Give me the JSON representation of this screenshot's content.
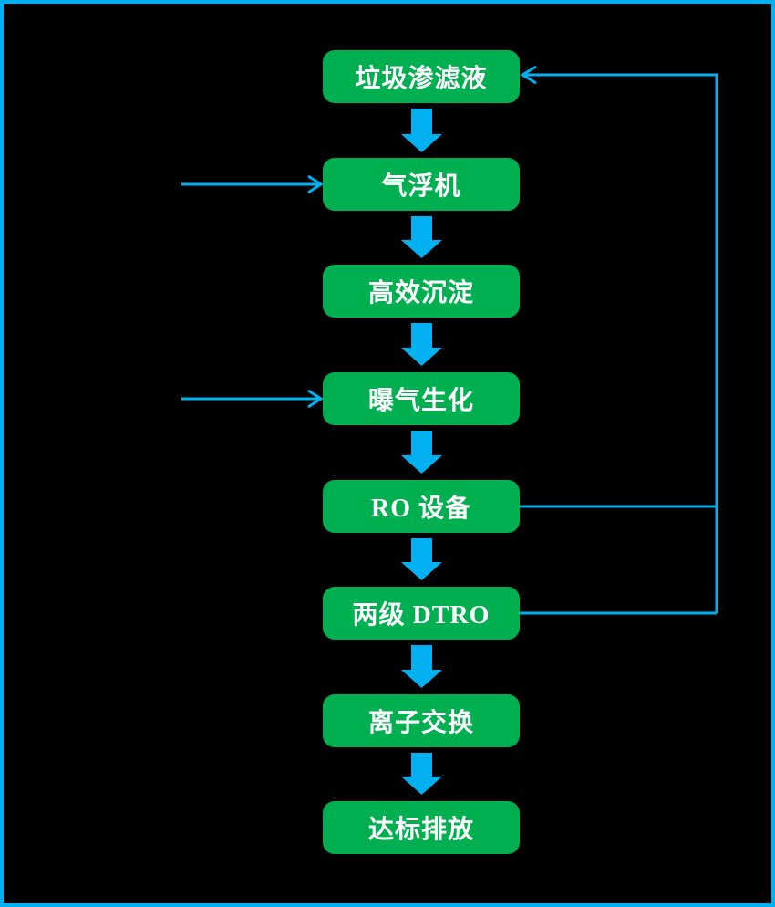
{
  "colors": {
    "background": "#000000",
    "frame": "#00B0F0",
    "arrow": "#00B0F0",
    "node_fill": "#00B050",
    "node_text": "#FFFFFF"
  },
  "diagram": {
    "nodes": [
      {
        "id": "leachate",
        "label": "垃圾渗滤液"
      },
      {
        "id": "air-flotation",
        "label": "气浮机"
      },
      {
        "id": "high-efficiency-sedimentation",
        "label": "高效沉淀"
      },
      {
        "id": "aeration-biochemical",
        "label": "曝气生化"
      },
      {
        "id": "ro-equipment",
        "label": "RO 设备"
      },
      {
        "id": "two-stage-dtro",
        "label": "两级 DTRO"
      },
      {
        "id": "ion-exchange",
        "label": "离子交换"
      },
      {
        "id": "standard-discharge",
        "label": "达标排放"
      }
    ]
  }
}
